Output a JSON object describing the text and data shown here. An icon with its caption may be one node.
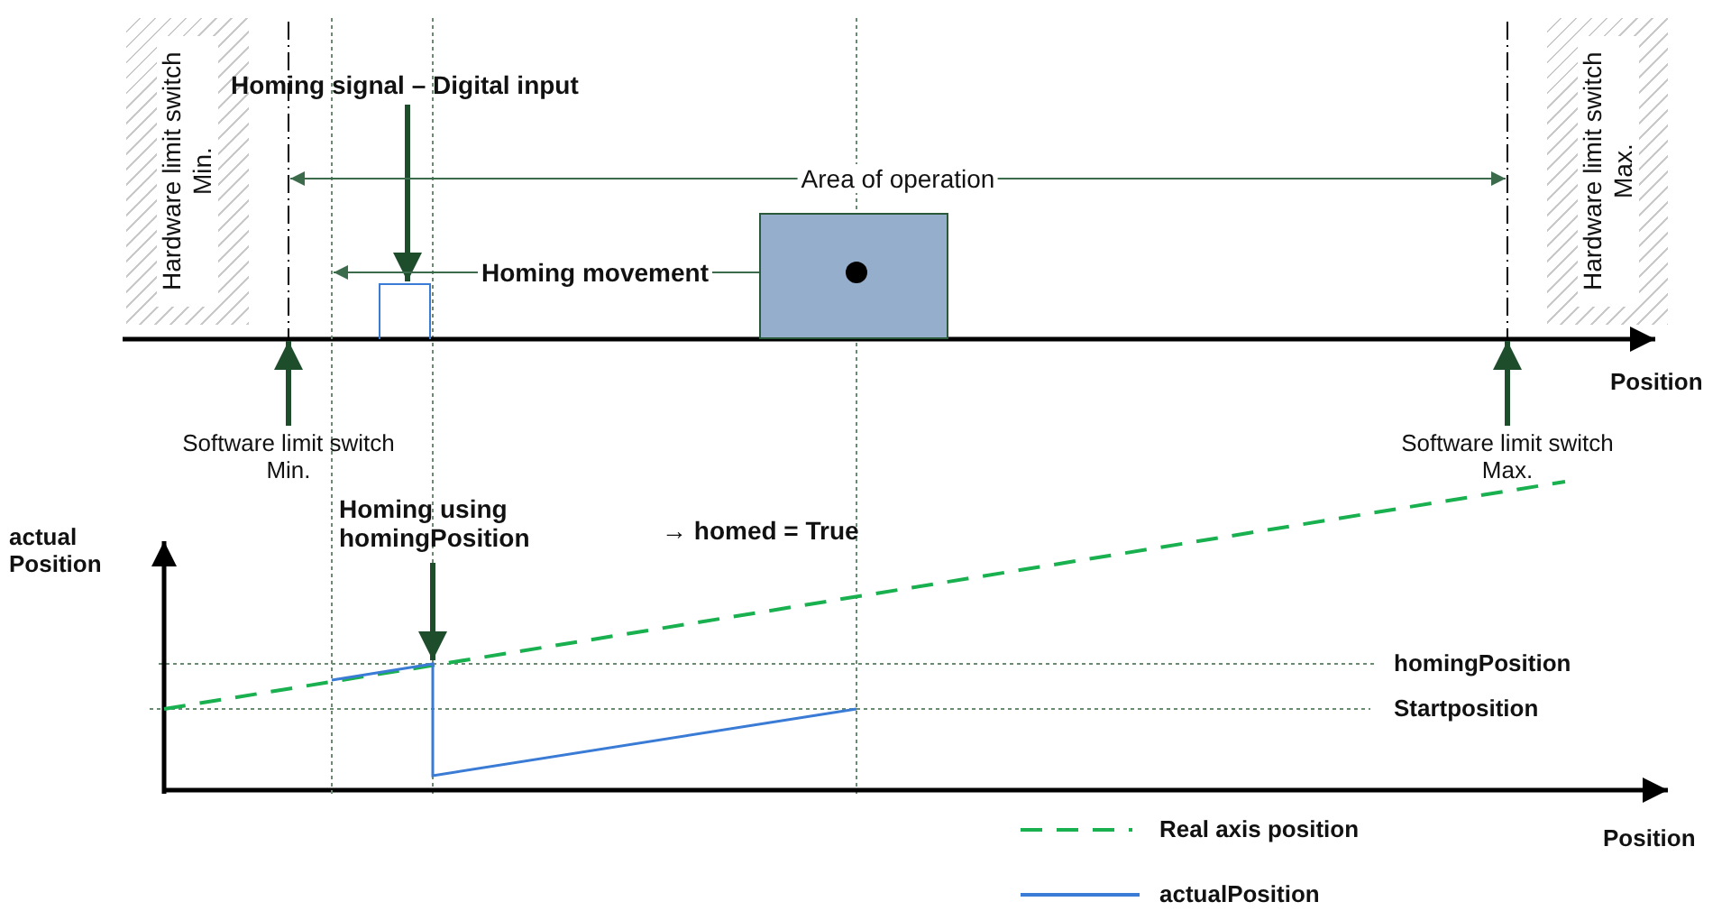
{
  "diagram": {
    "nodes": [
      {
        "text": [
          "Hardware limit switch Min."
        ]
      },
      {
        "text": [
          "Hardware limit switch Max."
        ]
      },
      {
        "text": [
          "Software limit switch Min."
        ]
      },
      {
        "text": [
          "Software limit switch Max."
        ]
      },
      {
        "text": [
          "Homing signal – Digital input"
        ]
      },
      {
        "text": [],
        "shape": "box"
      },
      {
        "text": [],
        "shape": "box"
      },
      {
        "text": [
          "Homing using homingPosition"
        ]
      },
      {
        "text": [],
        "shape": "line"
      },
      {
        "text": [],
        "shape": "line"
      },
      {
        "text": [],
        "shape": "line"
      },
      {
        "text": [],
        "shape": "line"
      }
    ],
    "edges": [
      {
        "from": 4,
        "to": 5,
        "arrow": "to"
      },
      {
        "from": 6,
        "to": 10,
        "arrow": "to",
        "label": "Homing movement"
      },
      {
        "from": 2,
        "to": 8,
        "arrow": "to"
      },
      {
        "from": 3,
        "to": 9,
        "arrow": "to"
      },
      {
        "from": 7,
        "to": 11,
        "arrow": "to"
      },
      {
        "from": 8,
        "to": 9,
        "arrow": "both",
        "label": "Area of operation"
      }
    ],
    "labels": [
      "Position",
      "actual Position",
      "→ homed = True",
      "homingPosition",
      "Startposition",
      "Position"
    ],
    "legend": [
      {
        "text": "Real axis position"
      },
      {
        "text": "actualPosition"
      }
    ]
  }
}
